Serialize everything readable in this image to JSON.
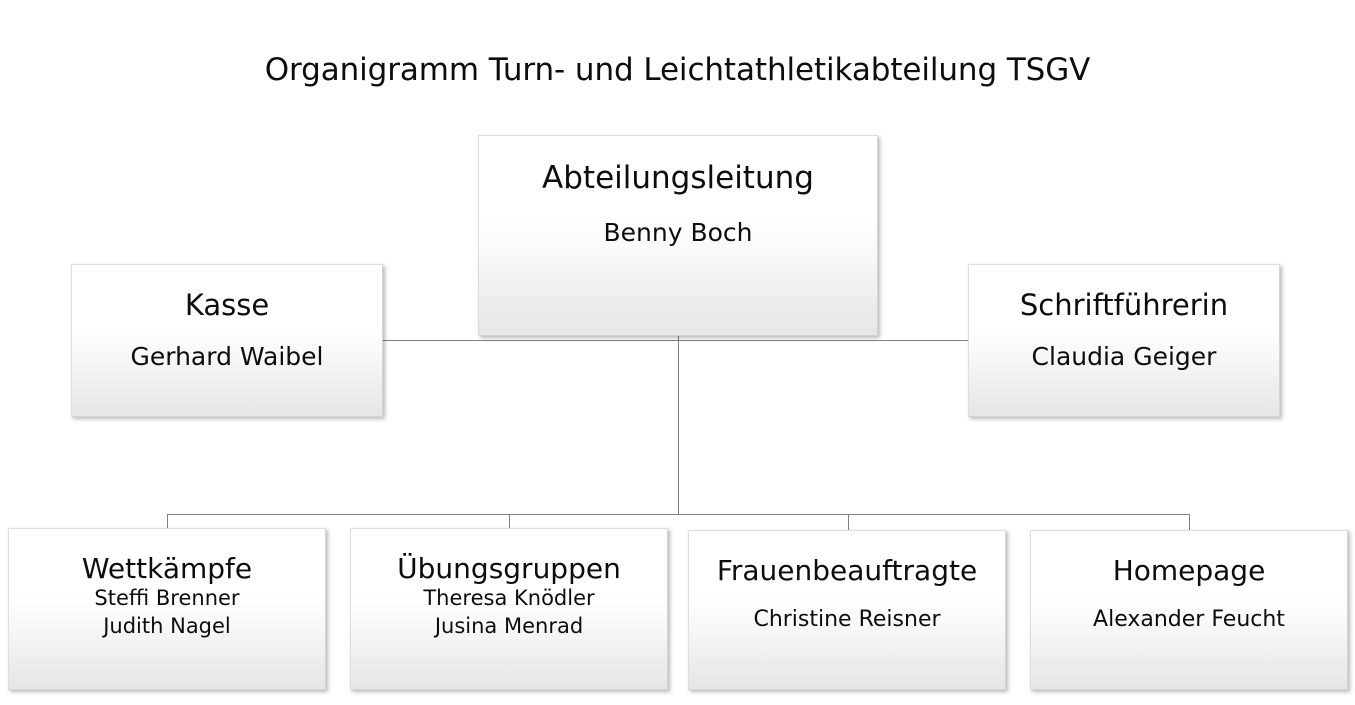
{
  "chart_data": {
    "type": "diagram",
    "title": "Organigramm Turn- und Leichtathletikabteilung TSGV",
    "nodes": [
      {
        "id": "leitung",
        "title": "Abteilungsleitung",
        "names": [
          "Benny Boch"
        ],
        "level": 0
      },
      {
        "id": "kasse",
        "title": "Kasse",
        "names": [
          "Gerhard Waibel"
        ],
        "level": 1
      },
      {
        "id": "schriftfuehrerin",
        "title": "Schriftführerin",
        "names": [
          "Claudia Geiger"
        ],
        "level": 1
      },
      {
        "id": "wettkaempfe",
        "title": "Wettkämpfe",
        "names": [
          "Steffi Brenner",
          "Judith Nagel"
        ],
        "level": 2
      },
      {
        "id": "uebungsgruppen",
        "title": "Übungsgruppen",
        "names": [
          "Theresa Knödler",
          "Jusina Menrad"
        ],
        "level": 2
      },
      {
        "id": "frauenbeauftragte",
        "title": "Frauenbeauftragte",
        "names": [
          "Christine Reisner"
        ],
        "level": 2
      },
      {
        "id": "homepage",
        "title": "Homepage",
        "names": [
          "Alexander Feucht"
        ],
        "level": 2
      }
    ],
    "edges": [
      {
        "from": "leitung",
        "to": "kasse"
      },
      {
        "from": "leitung",
        "to": "schriftfuehrerin"
      },
      {
        "from": "leitung",
        "to": "wettkaempfe"
      },
      {
        "from": "leitung",
        "to": "uebungsgruppen"
      },
      {
        "from": "leitung",
        "to": "frauenbeauftragte"
      },
      {
        "from": "leitung",
        "to": "homepage"
      }
    ],
    "colors": {
      "background": "#ffffff",
      "box_fill_top": "#ffffff",
      "box_fill_bottom": "#e6e6e6",
      "box_border": "#d4d4d4",
      "connector": "#7f7f7f",
      "text": "#0d0d0d"
    }
  },
  "page": {
    "title": "Organigramm Turn- und Leichtathletikabteilung TSGV"
  },
  "leitung": {
    "title": "Abteilungsleitung",
    "name": "Benny Boch"
  },
  "kasse": {
    "title": "Kasse",
    "name": "Gerhard Waibel"
  },
  "schriftfuehrerin": {
    "title": "Schriftführerin",
    "name": "Claudia Geiger"
  },
  "wettkaempfe": {
    "title": "Wettkämpfe",
    "name1": "Steffi Brenner",
    "name2": "Judith Nagel"
  },
  "uebungsgruppen": {
    "title": "Übungsgruppen",
    "name1": "Theresa Knödler",
    "name2": "Jusina Menrad"
  },
  "frauenbeauftragte": {
    "title": "Frauenbeauftragte",
    "name": "Christine Reisner"
  },
  "homepage": {
    "title": "Homepage",
    "name": "Alexander Feucht"
  }
}
